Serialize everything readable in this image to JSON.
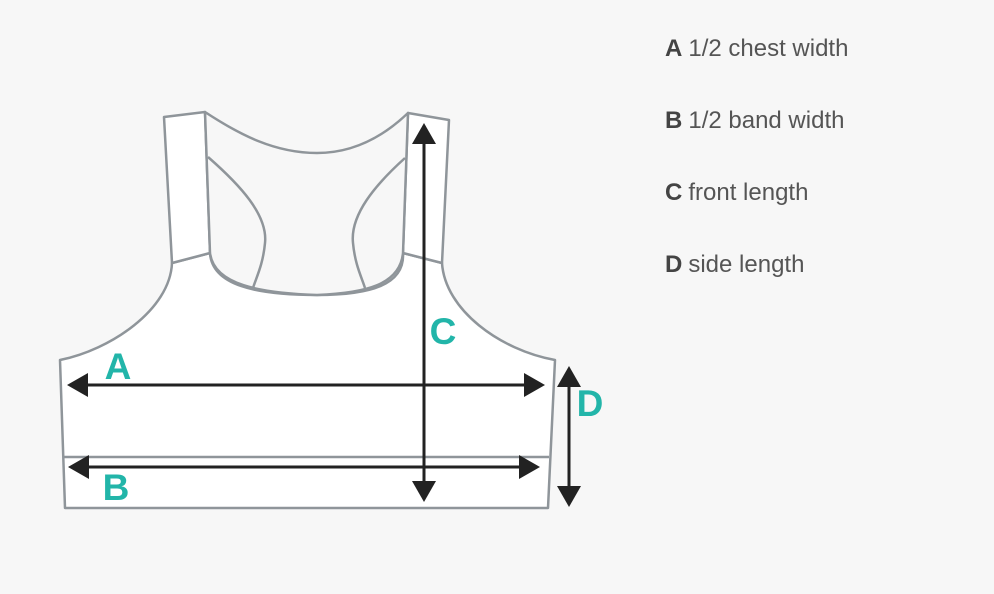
{
  "colors": {
    "outline": "#8f959a",
    "arrow": "#222222",
    "label": "#22b5a9",
    "background": "#f7f7f7"
  },
  "diagram": {
    "labels": {
      "a": "A",
      "b": "B",
      "c": "C",
      "d": "D"
    }
  },
  "legend": [
    {
      "letter": "A",
      "text": "1/2 chest width"
    },
    {
      "letter": "B",
      "text": "1/2 band width"
    },
    {
      "letter": "C",
      "text": "front length"
    },
    {
      "letter": "D",
      "text": "side length"
    }
  ]
}
